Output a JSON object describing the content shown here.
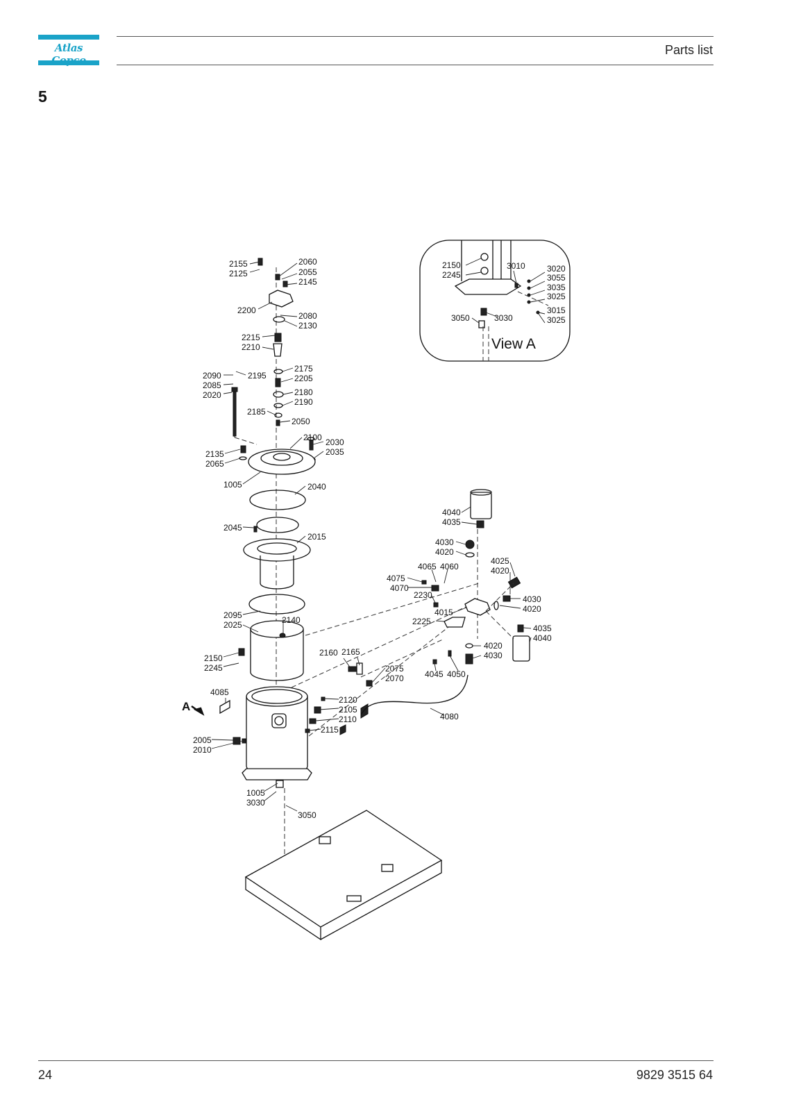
{
  "header": {
    "brand": "Atlas Copco",
    "title": "Parts list"
  },
  "section": {
    "number": "5"
  },
  "view": {
    "label": "View A",
    "arrow_label": "A"
  },
  "callouts": {
    "main": [
      "2155",
      "2125",
      "2060",
      "2055",
      "2145",
      "2200",
      "2080",
      "2130",
      "2215",
      "2210",
      "2175",
      "2205",
      "2090",
      "2195",
      "2085",
      "2020",
      "2180",
      "2190",
      "2185",
      "2050",
      "2100",
      "2030",
      "2035",
      "2135",
      "2065",
      "1005",
      "2040",
      "2045",
      "2015",
      "2095",
      "2025",
      "2140",
      "2150",
      "2245",
      "2160",
      "2165",
      "2075",
      "2070",
      "4085",
      "2120",
      "2105",
      "2110",
      "2115",
      "2005",
      "2010",
      "1005",
      "3030",
      "3050",
      "4080"
    ],
    "right": [
      "4040",
      "4035",
      "4030",
      "4020",
      "4065",
      "4060",
      "4025",
      "4020",
      "4075",
      "4070",
      "2230",
      "4030",
      "4020",
      "4015",
      "2225",
      "4035",
      "4040",
      "4020",
      "4030",
      "4045",
      "4050"
    ],
    "view_a": [
      "2150",
      "2245",
      "3010",
      "3020",
      "3055",
      "3035",
      "3025",
      "3015",
      "3025",
      "3050",
      "3030"
    ]
  },
  "footer": {
    "page_number": "24",
    "document_number": "9829 3515 64"
  }
}
